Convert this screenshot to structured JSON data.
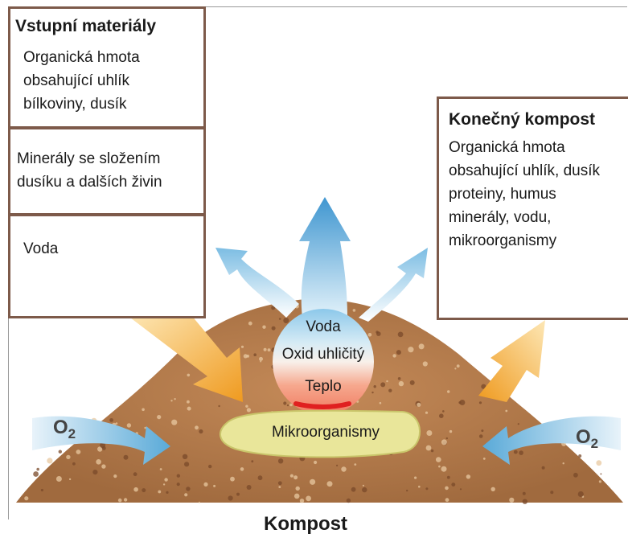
{
  "input_materials": {
    "title": "Vstupní materiály",
    "box1_lines": [
      "Organická hmota",
      "obsahující uhlík",
      "bílkoviny, dusík"
    ],
    "box2_lines": [
      "Minerály se složením",
      "dusíku a dalších živin"
    ],
    "box3_lines": [
      "Voda"
    ]
  },
  "final_compost": {
    "title": "Konečný kompost",
    "lines": [
      "Organická hmota",
      "obsahující uhlík, dusík",
      "proteiny, humus",
      "minerály, vodu,",
      "mikroorganismy"
    ]
  },
  "pile_labels": {
    "water": "Voda",
    "co2": "Oxid uhličitý",
    "heat": "Teplo",
    "microorganisms": "Mikroorganismy"
  },
  "oxygen": {
    "symbol": "O",
    "subscript": "2"
  },
  "bottom_title": "Kompost",
  "colors": {
    "pile": "#b27a4c",
    "pile_dark": "#7a4a2a",
    "arrow_blue": "#5aaad8",
    "arrow_light": "#d8ecf6",
    "arrow_orange": "#f0a030",
    "microorganisms": "#e8e6a0",
    "heat": "#f48a70",
    "box_border": "#7d5a4a"
  }
}
